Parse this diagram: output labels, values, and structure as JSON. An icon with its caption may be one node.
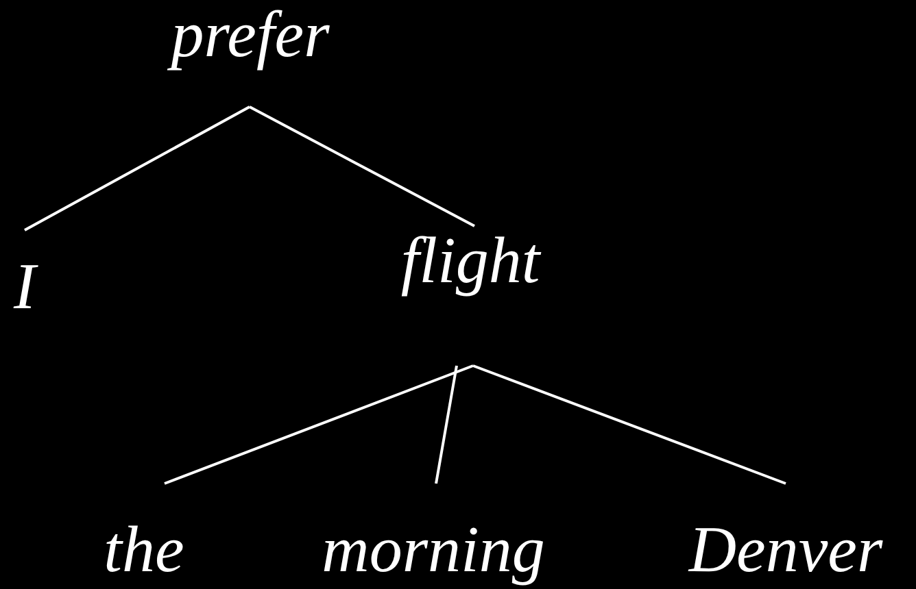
{
  "diagram": {
    "nodes": [
      {
        "text": [
          "prefer"
        ]
      },
      {
        "text": [
          "I"
        ]
      },
      {
        "text": [
          "flight"
        ]
      },
      {
        "text": [
          "the"
        ]
      },
      {
        "text": [
          "morning"
        ]
      },
      {
        "text": [
          "Denver"
        ]
      }
    ],
    "edges": [
      {
        "from": 0,
        "to": 1,
        "arrow": "none"
      },
      {
        "from": 0,
        "to": 2,
        "arrow": "none"
      },
      {
        "from": 2,
        "to": 3,
        "arrow": "none"
      },
      {
        "from": 2,
        "to": 4,
        "arrow": "none"
      },
      {
        "from": 2,
        "to": 5,
        "arrow": "none"
      }
    ]
  }
}
